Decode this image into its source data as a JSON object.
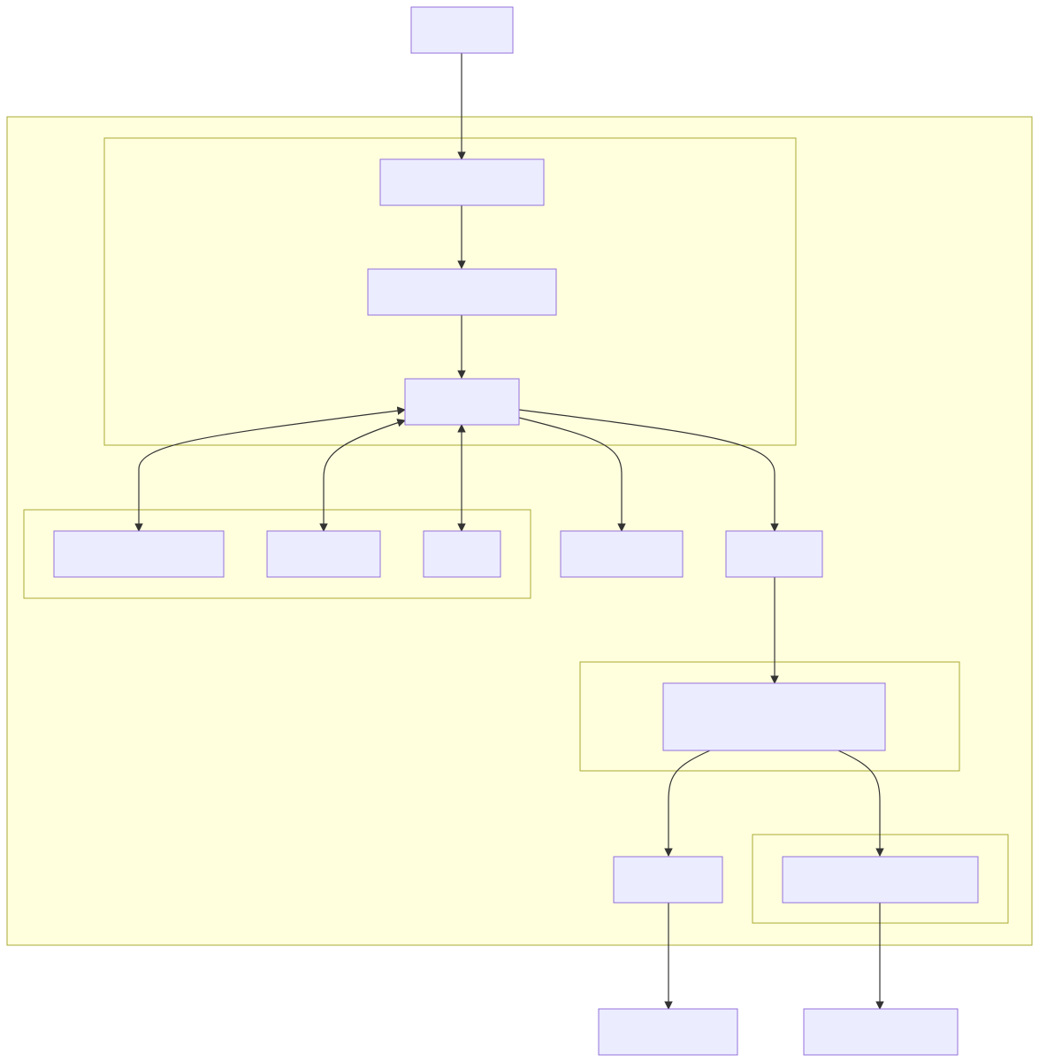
{
  "colors": {
    "cluster_fill": "#ffffde",
    "cluster_stroke": "#aaaa33",
    "node_fill": "#ececff",
    "node_stroke": "#9370db",
    "edge": "#333333"
  },
  "clusters": [
    {
      "id": "outer-cluster",
      "label": ""
    },
    {
      "id": "top-cluster",
      "label": ""
    },
    {
      "id": "left-cluster",
      "label": ""
    },
    {
      "id": "middle-cluster",
      "label": ""
    },
    {
      "id": "bottom-right-cluster",
      "label": ""
    }
  ],
  "nodes": [
    {
      "id": "start-node",
      "label": ""
    },
    {
      "id": "step-a-node",
      "label": ""
    },
    {
      "id": "step-b-node",
      "label": ""
    },
    {
      "id": "hub-node",
      "label": ""
    },
    {
      "id": "left-node-1",
      "label": ""
    },
    {
      "id": "left-node-2",
      "label": ""
    },
    {
      "id": "left-node-3",
      "label": ""
    },
    {
      "id": "branch-node",
      "label": ""
    },
    {
      "id": "right-node",
      "label": ""
    },
    {
      "id": "decision-node",
      "label": ""
    },
    {
      "id": "outcome-left-node",
      "label": ""
    },
    {
      "id": "outcome-right-node",
      "label": ""
    },
    {
      "id": "end-left-node",
      "label": ""
    },
    {
      "id": "end-right-node",
      "label": ""
    }
  ],
  "edges": [
    {
      "from": "start-node",
      "to": "step-a-node",
      "bidirectional": false
    },
    {
      "from": "step-a-node",
      "to": "step-b-node",
      "bidirectional": false
    },
    {
      "from": "step-b-node",
      "to": "hub-node",
      "bidirectional": false
    },
    {
      "from": "hub-node",
      "to": "left-node-1",
      "bidirectional": true
    },
    {
      "from": "hub-node",
      "to": "left-node-2",
      "bidirectional": true
    },
    {
      "from": "hub-node",
      "to": "left-node-3",
      "bidirectional": true
    },
    {
      "from": "hub-node",
      "to": "branch-node",
      "bidirectional": false
    },
    {
      "from": "hub-node",
      "to": "right-node",
      "bidirectional": false
    },
    {
      "from": "right-node",
      "to": "decision-node",
      "bidirectional": false
    },
    {
      "from": "decision-node",
      "to": "outcome-left-node",
      "bidirectional": false
    },
    {
      "from": "decision-node",
      "to": "outcome-right-node",
      "bidirectional": false
    },
    {
      "from": "outcome-left-node",
      "to": "end-left-node",
      "bidirectional": false
    },
    {
      "from": "outcome-right-node",
      "to": "end-right-node",
      "bidirectional": false
    }
  ]
}
